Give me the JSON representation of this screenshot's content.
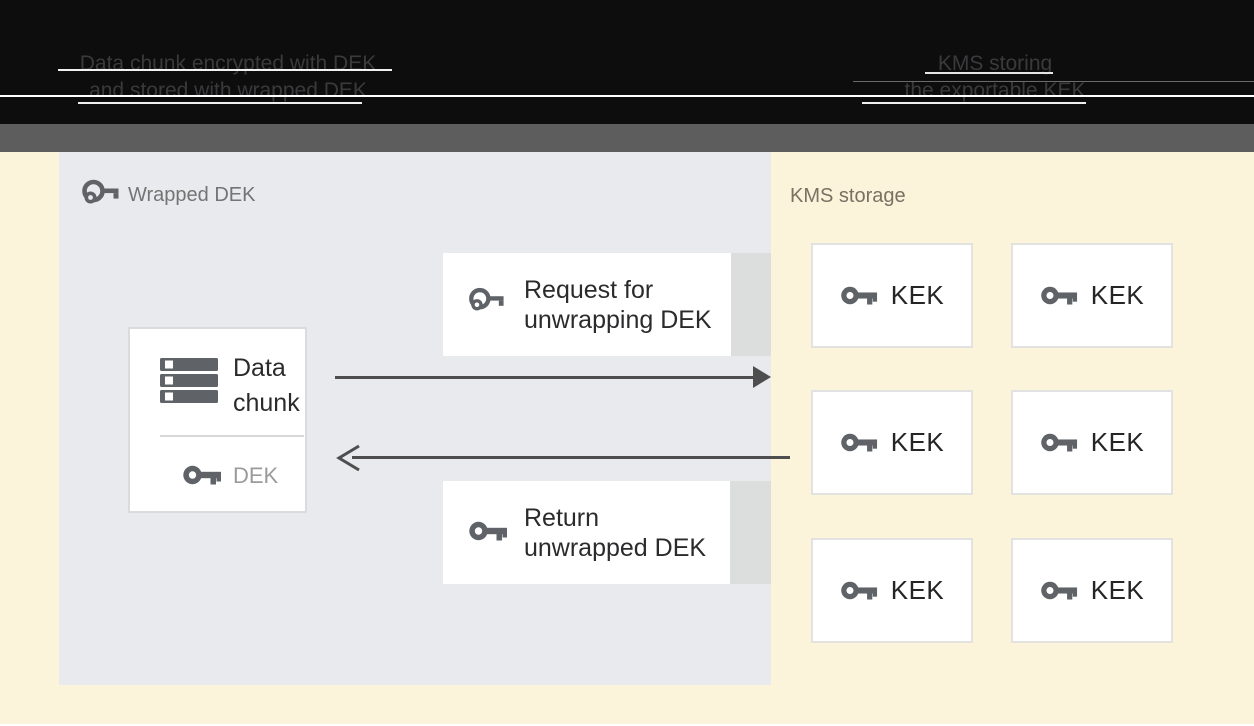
{
  "header": {
    "left_caption": [
      "Data chunk encrypted with DEK",
      "and stored with wrapped DEK"
    ],
    "right_caption": [
      "KMS storing",
      "the exportable KEK"
    ]
  },
  "left_panel": {
    "title": "Wrapped DEK",
    "data_chunk": {
      "line1": "Data",
      "line2": "chunk",
      "dek_label": "DEK"
    },
    "request_box": {
      "line1": "Request for",
      "line2": "unwrapping DEK"
    },
    "return_box": {
      "line1": "Return",
      "line2": "unwrapped DEK"
    }
  },
  "right_panel": {
    "title": "KMS storage",
    "keks": [
      {
        "label": "KEK"
      },
      {
        "label": "KEK"
      },
      {
        "label": "KEK"
      },
      {
        "label": "KEK"
      },
      {
        "label": "KEK"
      },
      {
        "label": "KEK"
      }
    ]
  },
  "icons": {
    "wrapped_key": "wrapped-key-icon",
    "unwrapped_key": "key-icon",
    "data_chunk": "data-chunk-icon",
    "arrow_right": "arrow-right-icon",
    "arrow_left": "arrow-left-icon"
  },
  "colors": {
    "header_bg": "#0D0D0D",
    "header_text": "#3A3A3D",
    "band_gray": "#5D5D5D",
    "canvas_yellow": "#FBF4DB",
    "panel_gray": "#E8EAED",
    "box_border": "#D9DBDD",
    "kek_box_border": "#E2E3E0",
    "icon_gray": "#5F6368",
    "arrow_gray": "#4E4E4E",
    "wrapped_title_gray": "#747474",
    "kms_title_brown": "#7A7163",
    "text_dark": "#2B2B2D",
    "dek_text_gray": "#9B9B9B",
    "tail_gray": "#DCDDDD"
  }
}
